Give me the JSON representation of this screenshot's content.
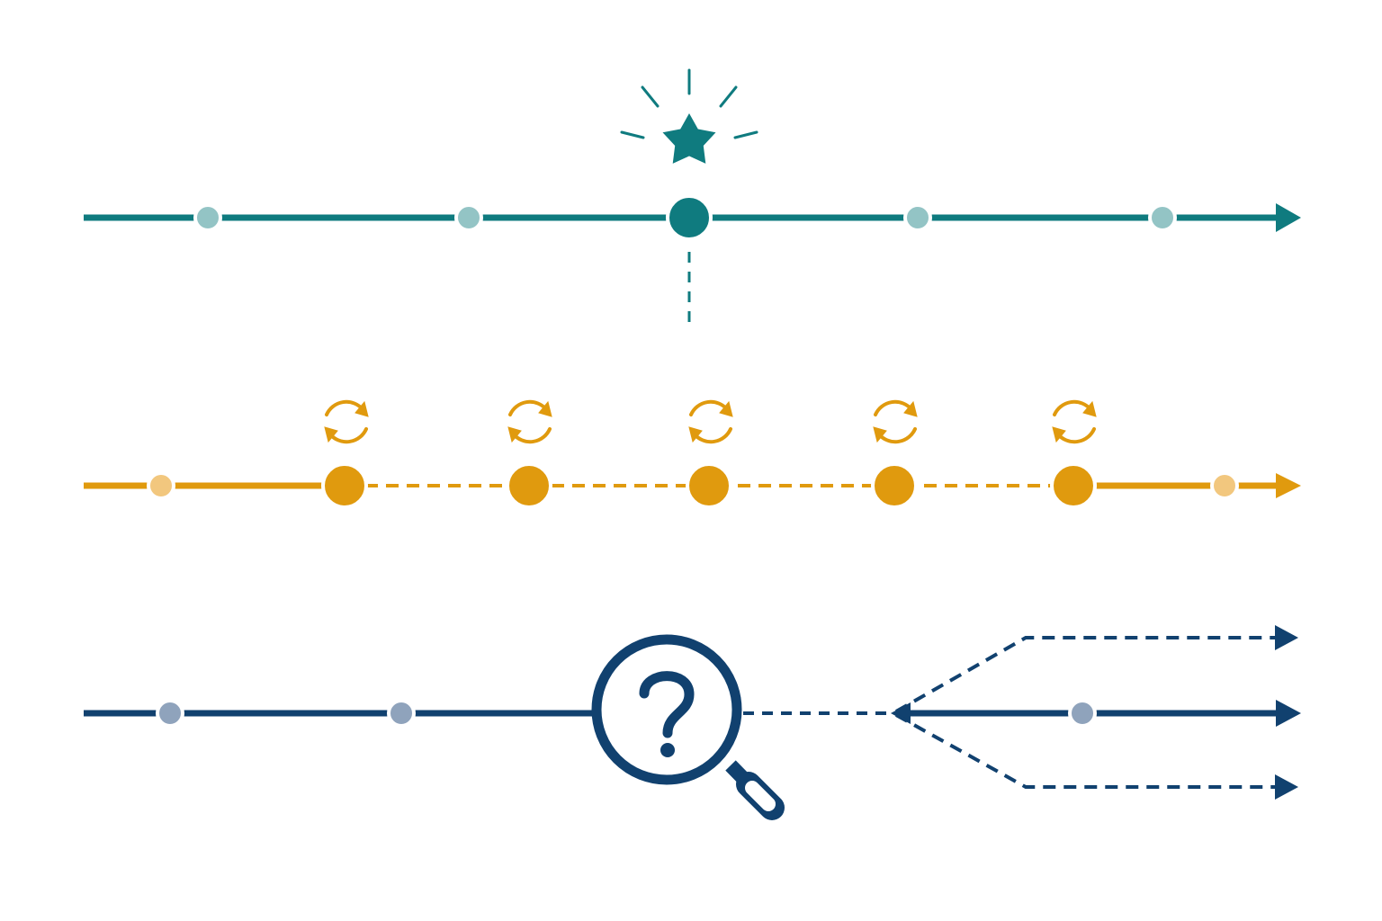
{
  "colors": {
    "background": "#ffffff",
    "teal": "#0f7b7f",
    "teal_light": "#93c4c5",
    "amber": "#e09a0e",
    "amber_light": "#f2c77e",
    "navy": "#11416f",
    "navy_light": "#8fa3bc"
  },
  "timelines": [
    {
      "id": "breakthrough",
      "color_key": "teal",
      "event_icon": "star-icon",
      "minor_milestones": 4,
      "key_events": 1
    },
    {
      "id": "iteration",
      "color_key": "amber",
      "event_icon": "cycle-arrows-icon",
      "minor_milestones": 2,
      "key_events": 5
    },
    {
      "id": "uncertainty",
      "color_key": "navy",
      "event_icon": "magnifier-question-icon",
      "minor_milestones": 3,
      "branch_paths": 3,
      "question_mark": "?"
    }
  ]
}
